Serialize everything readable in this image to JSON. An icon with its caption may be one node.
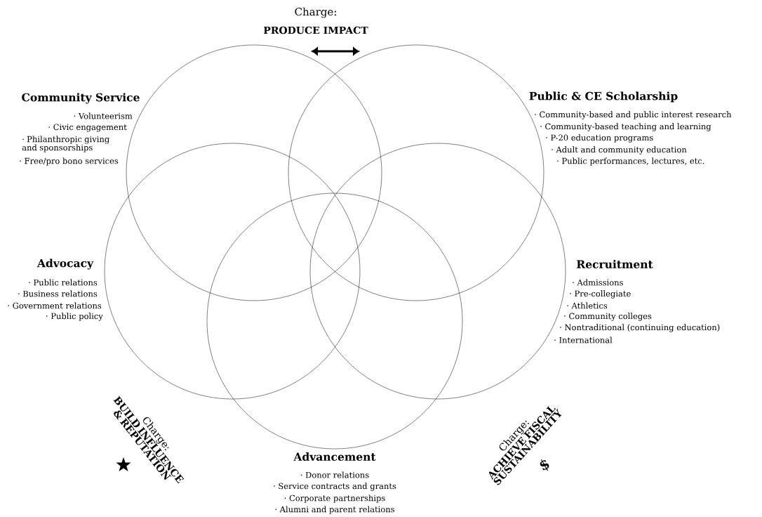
{
  "diagram": {
    "nodes": [
      {
        "text": [
          "Community Service",
          "· Volunteerism",
          "· Civic engagement",
          "· Philanthropic giving and sponsorships",
          "· Free/pro bono services"
        ]
      },
      {
        "text": [
          "Public & CE Scholarship",
          "· Community-based and public interest research",
          "· Community-based teaching and learning",
          "· P-20 education programs",
          "· Adult and community education",
          "· Public performances, lectures, etc."
        ]
      },
      {
        "text": [
          "Advocacy",
          "· Public relations",
          "· Business relations",
          "· Government relations",
          "· Public policy"
        ]
      },
      {
        "text": [
          "Recruitment",
          "· Admissions",
          "· Pre-collegiate",
          "· Athletics",
          "· Community colleges",
          "· Nontraditional (continuing education)",
          "· International"
        ]
      },
      {
        "text": [
          "Advancement",
          "· Donor relations",
          "· Service contracts and grants",
          "· Corporate partnerships",
          "· Alumni and parent relations"
        ]
      }
    ],
    "labels": [
      "Charge:",
      "PRODUCE IMPACT",
      "Charge:",
      "BUILD INFLUENCE & REPUTATION",
      "Charge:",
      "ACHIEVE FISCAL SUSTAINABILITY",
      "$"
    ]
  }
}
